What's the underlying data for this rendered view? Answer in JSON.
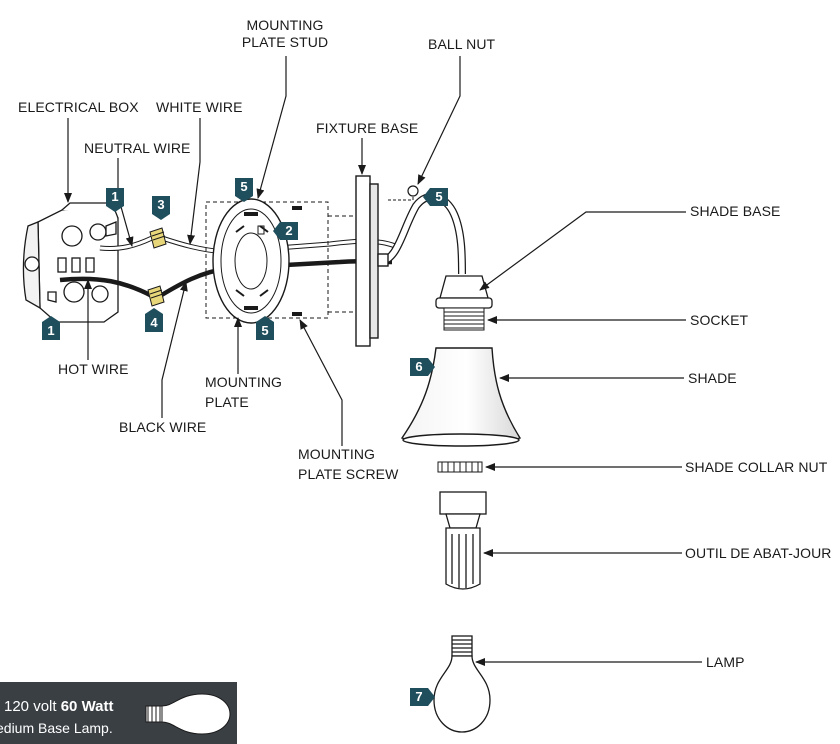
{
  "labels": {
    "mounting_plate_stud": [
      "MOUNTING",
      "PLATE STUD"
    ],
    "ball_nut": "BALL NUT",
    "electrical_box": "ELECTRICAL BOX",
    "white_wire": "WHITE WIRE",
    "fixture_base": "FIXTURE BASE",
    "neutral_wire": "NEUTRAL WIRE",
    "shade_base": "SHADE BASE",
    "socket": "SOCKET",
    "shade": "SHADE",
    "hot_wire": "HOT WIRE",
    "mounting_plate": [
      "MOUNTING",
      "PLATE"
    ],
    "black_wire": "BLACK WIRE",
    "mounting_plate_screw": [
      "MOUNTING",
      "PLATE SCREW"
    ],
    "shade_collar_nut": "SHADE COLLAR NUT",
    "outil_de_abat_jour": "OUTIL DE ABAT-JOUR",
    "lamp": "LAMP"
  },
  "badges": {
    "box_top": "1",
    "box_bottom": "1",
    "wirenut_top": "3",
    "wirenut_bottom": "4",
    "plate_top": "5",
    "plate_stud": "2",
    "plate_bottom": "5",
    "ball_nut": "5",
    "shade": "6",
    "lamp": "7"
  },
  "lamp_note": {
    "volt": "120 volt",
    "watt": "60 Watt",
    "base": "edium Base Lamp."
  },
  "colors": {
    "badge": "#1f4e5c",
    "panel": "#3a3f44",
    "line": "#1a1a1a"
  }
}
